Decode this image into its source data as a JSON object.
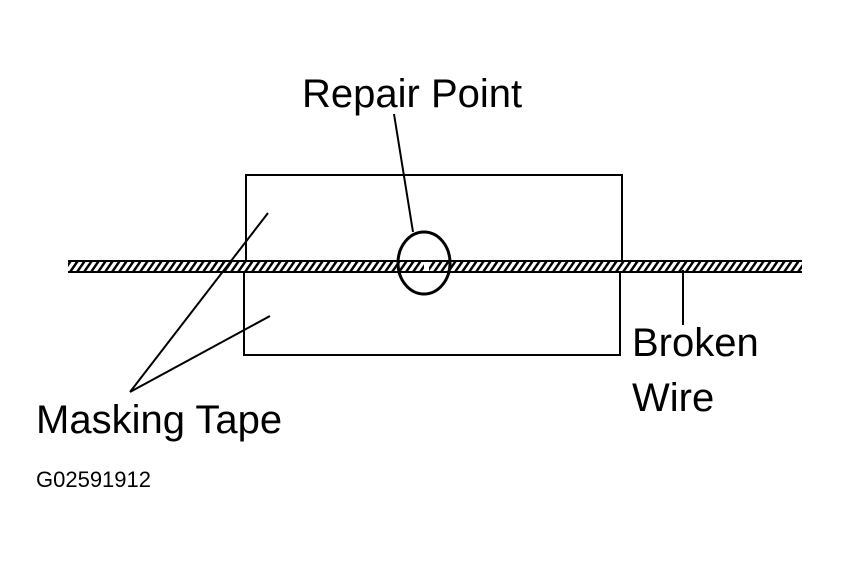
{
  "diagram": {
    "labels": {
      "repair_point": "Repair Point",
      "broken": "Broken",
      "wire": "Wire",
      "masking_tape": "Masking Tape",
      "figure_id": "G02591912"
    },
    "colors": {
      "ink": "#000000",
      "background": "#ffffff"
    }
  }
}
